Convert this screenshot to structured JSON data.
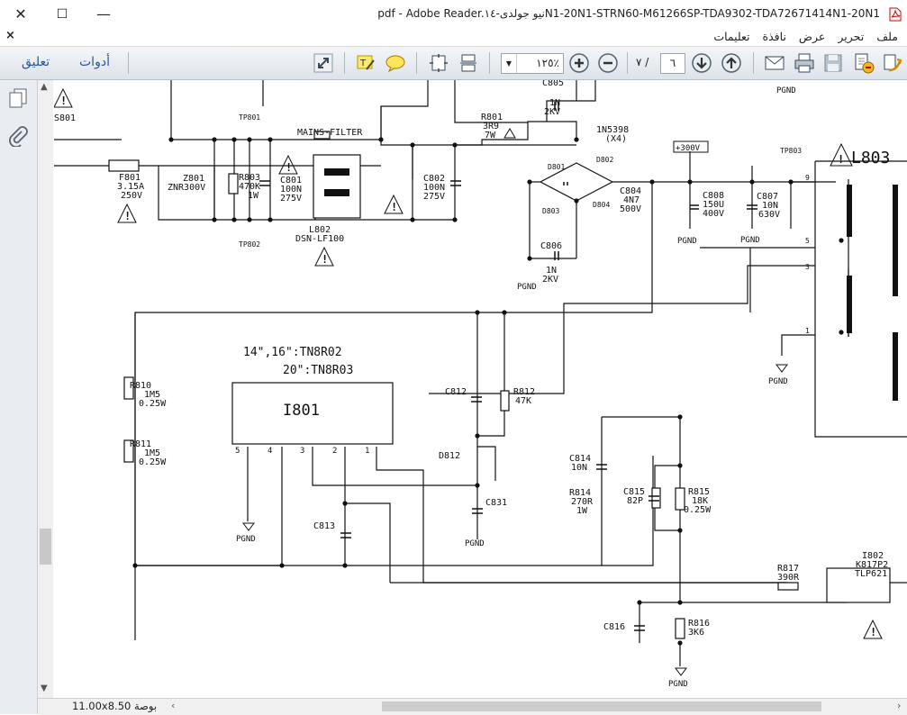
{
  "window": {
    "title": "pdf - Adobe Reader.نيو جولدى-١٤N1-20N1-STRN60-M61266SP-TDA9302-TDA72671414N1-20N1",
    "close_glyph": "✕",
    "maximize_glyph": "☐",
    "minimize_glyph": "—"
  },
  "menu": {
    "close_doc": "×",
    "items": [
      "ملف",
      "تحرير",
      "عرض",
      "نافذة",
      "تعليمات"
    ]
  },
  "toolbar": {
    "tools_label": "أدوات",
    "comment_label": "تعليق",
    "zoom_value": "١٢٥٪",
    "zoom_dropdown": "▼",
    "page_current": "٦",
    "page_total": "٧ /"
  },
  "status": {
    "page_size": "11.00x8.50 بوصة"
  },
  "schematic": {
    "labels": {
      "s801": "S801",
      "f801": "F801",
      "f801_val": "3.15A",
      "f801_v": "250V",
      "z801": "Z801",
      "z801_val": "ZNR300V",
      "r803": "R803",
      "r803_val": "470K",
      "r803_w": "1W",
      "c801": "C801",
      "c801_val": "100N",
      "c801_v": "275V",
      "tp801": "TP801",
      "tp802": "TP802",
      "tp803": "TP803",
      "mains_filter": "MAINS-FILTER",
      "l802": "L802",
      "l802_part": "DSN-LF100",
      "c802": "C802",
      "c802_val": "100N",
      "c802_v": "275V",
      "r801": "R801",
      "r801_val": "3R9",
      "r801_w": "7W",
      "c805": "C805",
      "c805_val": "1N",
      "c805_v": "2KV",
      "bridge": "1N5398",
      "bridge_x": "(X4)",
      "d801": "D801",
      "d802": "D802",
      "d803": "D803",
      "d804": "D804",
      "c804": "C804",
      "c804_val": "4N7",
      "c804_v": "500V",
      "c806": "C806",
      "c806_val": "1N",
      "c806_v": "2KV",
      "pgnd": "PGND",
      "v300": "+300V",
      "c808": "C808",
      "c808_val": "150U",
      "c808_v": "400V",
      "c807": "C807",
      "c807_val": "10N",
      "c807_v": "630V",
      "l803": "L803",
      "tn1": "14\",16\":TN8R02",
      "tn2": "20\":TN8R03",
      "i801": "I801",
      "r810": "R810",
      "r810_val": "1M5",
      "r810_w": "0.25W",
      "r811": "R811",
      "r811_val": "1M5",
      "r811_w": "0.25W",
      "c812": "C812",
      "r812": "R812",
      "r812_val": "47K",
      "d812": "D812",
      "c831": "C831",
      "c813": "C813",
      "c814": "C814",
      "c814_val": "10N",
      "r814": "R814",
      "r814_val": "270R",
      "r814_w": "1W",
      "c815": "C815",
      "c815_val": "82P",
      "r815": "R815",
      "r815_val": "18K",
      "r815_w": "0.25W",
      "r817": "R817",
      "r817_val": "390R",
      "i802": "I802",
      "i802_part": "K817P2",
      "i802_part2": "TLP621",
      "c816": "C816",
      "r816": "R816",
      "r816_val": "3K6",
      "pin1": "1",
      "pin2": "2",
      "pin3": "3",
      "pin4": "4",
      "pin5": "5",
      "pin9": "9"
    }
  }
}
